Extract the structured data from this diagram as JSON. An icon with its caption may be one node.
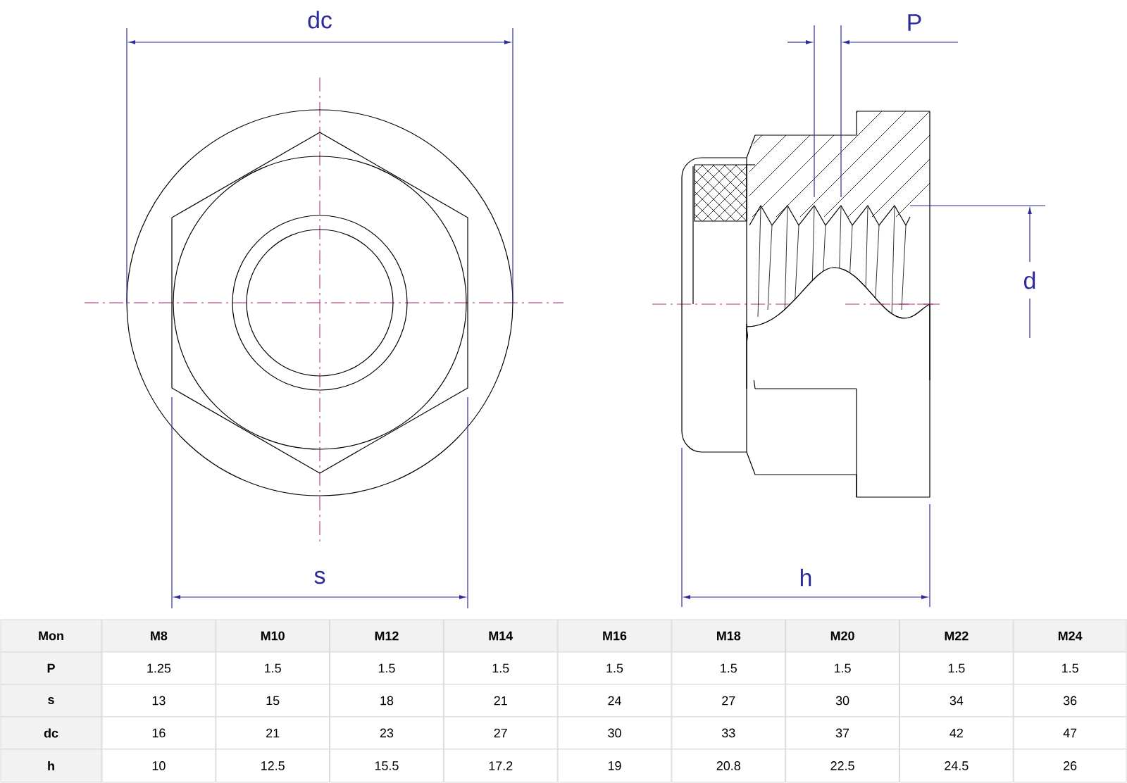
{
  "diagram": {
    "labels": [
      "dc",
      "P",
      "d",
      "s",
      "h",
      "Mon",
      "M8",
      "M10",
      "M12",
      "M14",
      "M16",
      "M18",
      "M20",
      "M22",
      "M24",
      "P",
      "1.25",
      "1.5",
      "1.5",
      "1.5",
      "1.5",
      "1.5",
      "1.5",
      "1.5",
      "1.5",
      "s",
      "13",
      "15",
      "18",
      "21",
      "24",
      "27",
      "30",
      "34",
      "36",
      "dc",
      "16",
      "21",
      "23",
      "27",
      "30",
      "33",
      "37",
      "42",
      "47",
      "h",
      "10",
      "12.5",
      "15.5",
      "17.2",
      "19",
      "20.8",
      "22.5",
      "24.5",
      "26"
    ]
  }
}
